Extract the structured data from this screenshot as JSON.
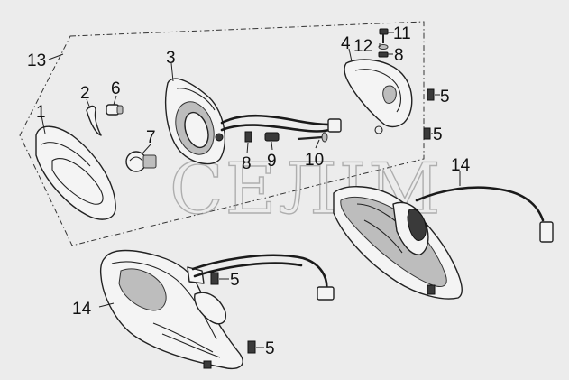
{
  "watermark": "СЕЛІМ",
  "callouts": {
    "c13": "13",
    "c1": "1",
    "c2": "2",
    "c6": "6",
    "c3": "3",
    "c7": "7",
    "c8a": "8",
    "c9": "9",
    "c10": "10",
    "c4": "4",
    "c12": "12",
    "c11": "11",
    "c8b": "8",
    "c5a": "5",
    "c5b": "5",
    "c14a": "14",
    "c14b": "14",
    "c5c": "5",
    "c5d": "5"
  }
}
